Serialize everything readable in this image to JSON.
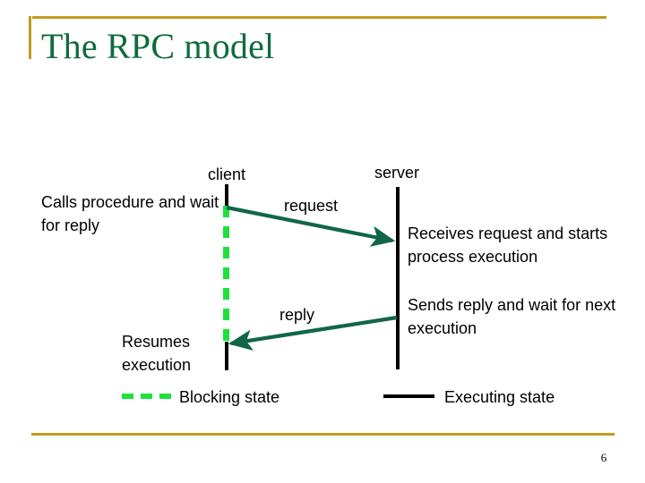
{
  "slide": {
    "title": "The RPC model",
    "page_number": "6",
    "accent_color": "#c49a1e",
    "title_color": "#0e6b3c",
    "arrow_color": "#116647",
    "blocking_color": "#1fe03c",
    "executing_color": "#000000"
  },
  "diagram": {
    "type": "sequence",
    "lanes": [
      {
        "id": "client",
        "label": "client"
      },
      {
        "id": "server",
        "label": "server"
      }
    ],
    "messages": [
      {
        "id": "request",
        "label": "request",
        "from": "client",
        "to": "server"
      },
      {
        "id": "reply",
        "label": "reply",
        "from": "server",
        "to": "client"
      }
    ],
    "notes": [
      {
        "id": "calls",
        "side": "left",
        "text": "Calls procedure and wait for reply"
      },
      {
        "id": "resumes",
        "side": "left",
        "text": "Resumes execution"
      },
      {
        "id": "receives",
        "side": "right",
        "text": "Receives request and starts process execution"
      },
      {
        "id": "sends",
        "side": "right",
        "text": "Sends reply and wait for next execution"
      }
    ]
  },
  "legend": {
    "blocking_label": "Blocking state",
    "executing_label": "Executing state"
  }
}
